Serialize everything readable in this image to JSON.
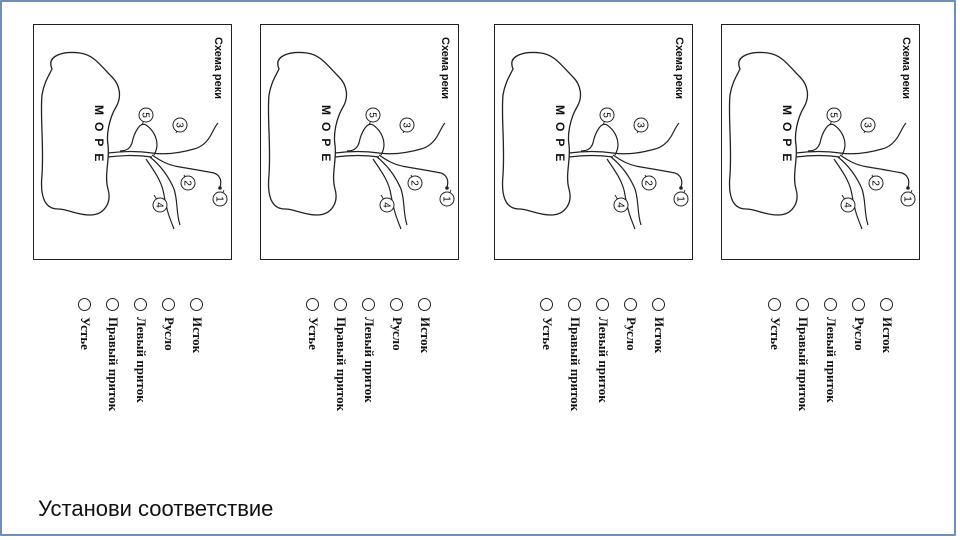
{
  "cards": [
    {
      "title": "Схема реки",
      "sea": "МОРЕ",
      "markers": [
        "1",
        "2",
        "3",
        "4",
        "5"
      ]
    },
    {
      "title": "Схема реки",
      "sea": "МОРЕ",
      "markers": [
        "1",
        "2",
        "3",
        "4",
        "5"
      ]
    },
    {
      "title": "Схема реки",
      "sea": "МОРЕ",
      "markers": [
        "1",
        "2",
        "3",
        "4",
        "5"
      ]
    },
    {
      "title": "Схема реки",
      "sea": "МОРЕ",
      "markers": [
        "1",
        "2",
        "3",
        "4",
        "5"
      ]
    }
  ],
  "options": [
    "Исток",
    "Русло",
    "Левый приток",
    "Правый приток",
    "Устье"
  ],
  "task": "Установи соответствие"
}
